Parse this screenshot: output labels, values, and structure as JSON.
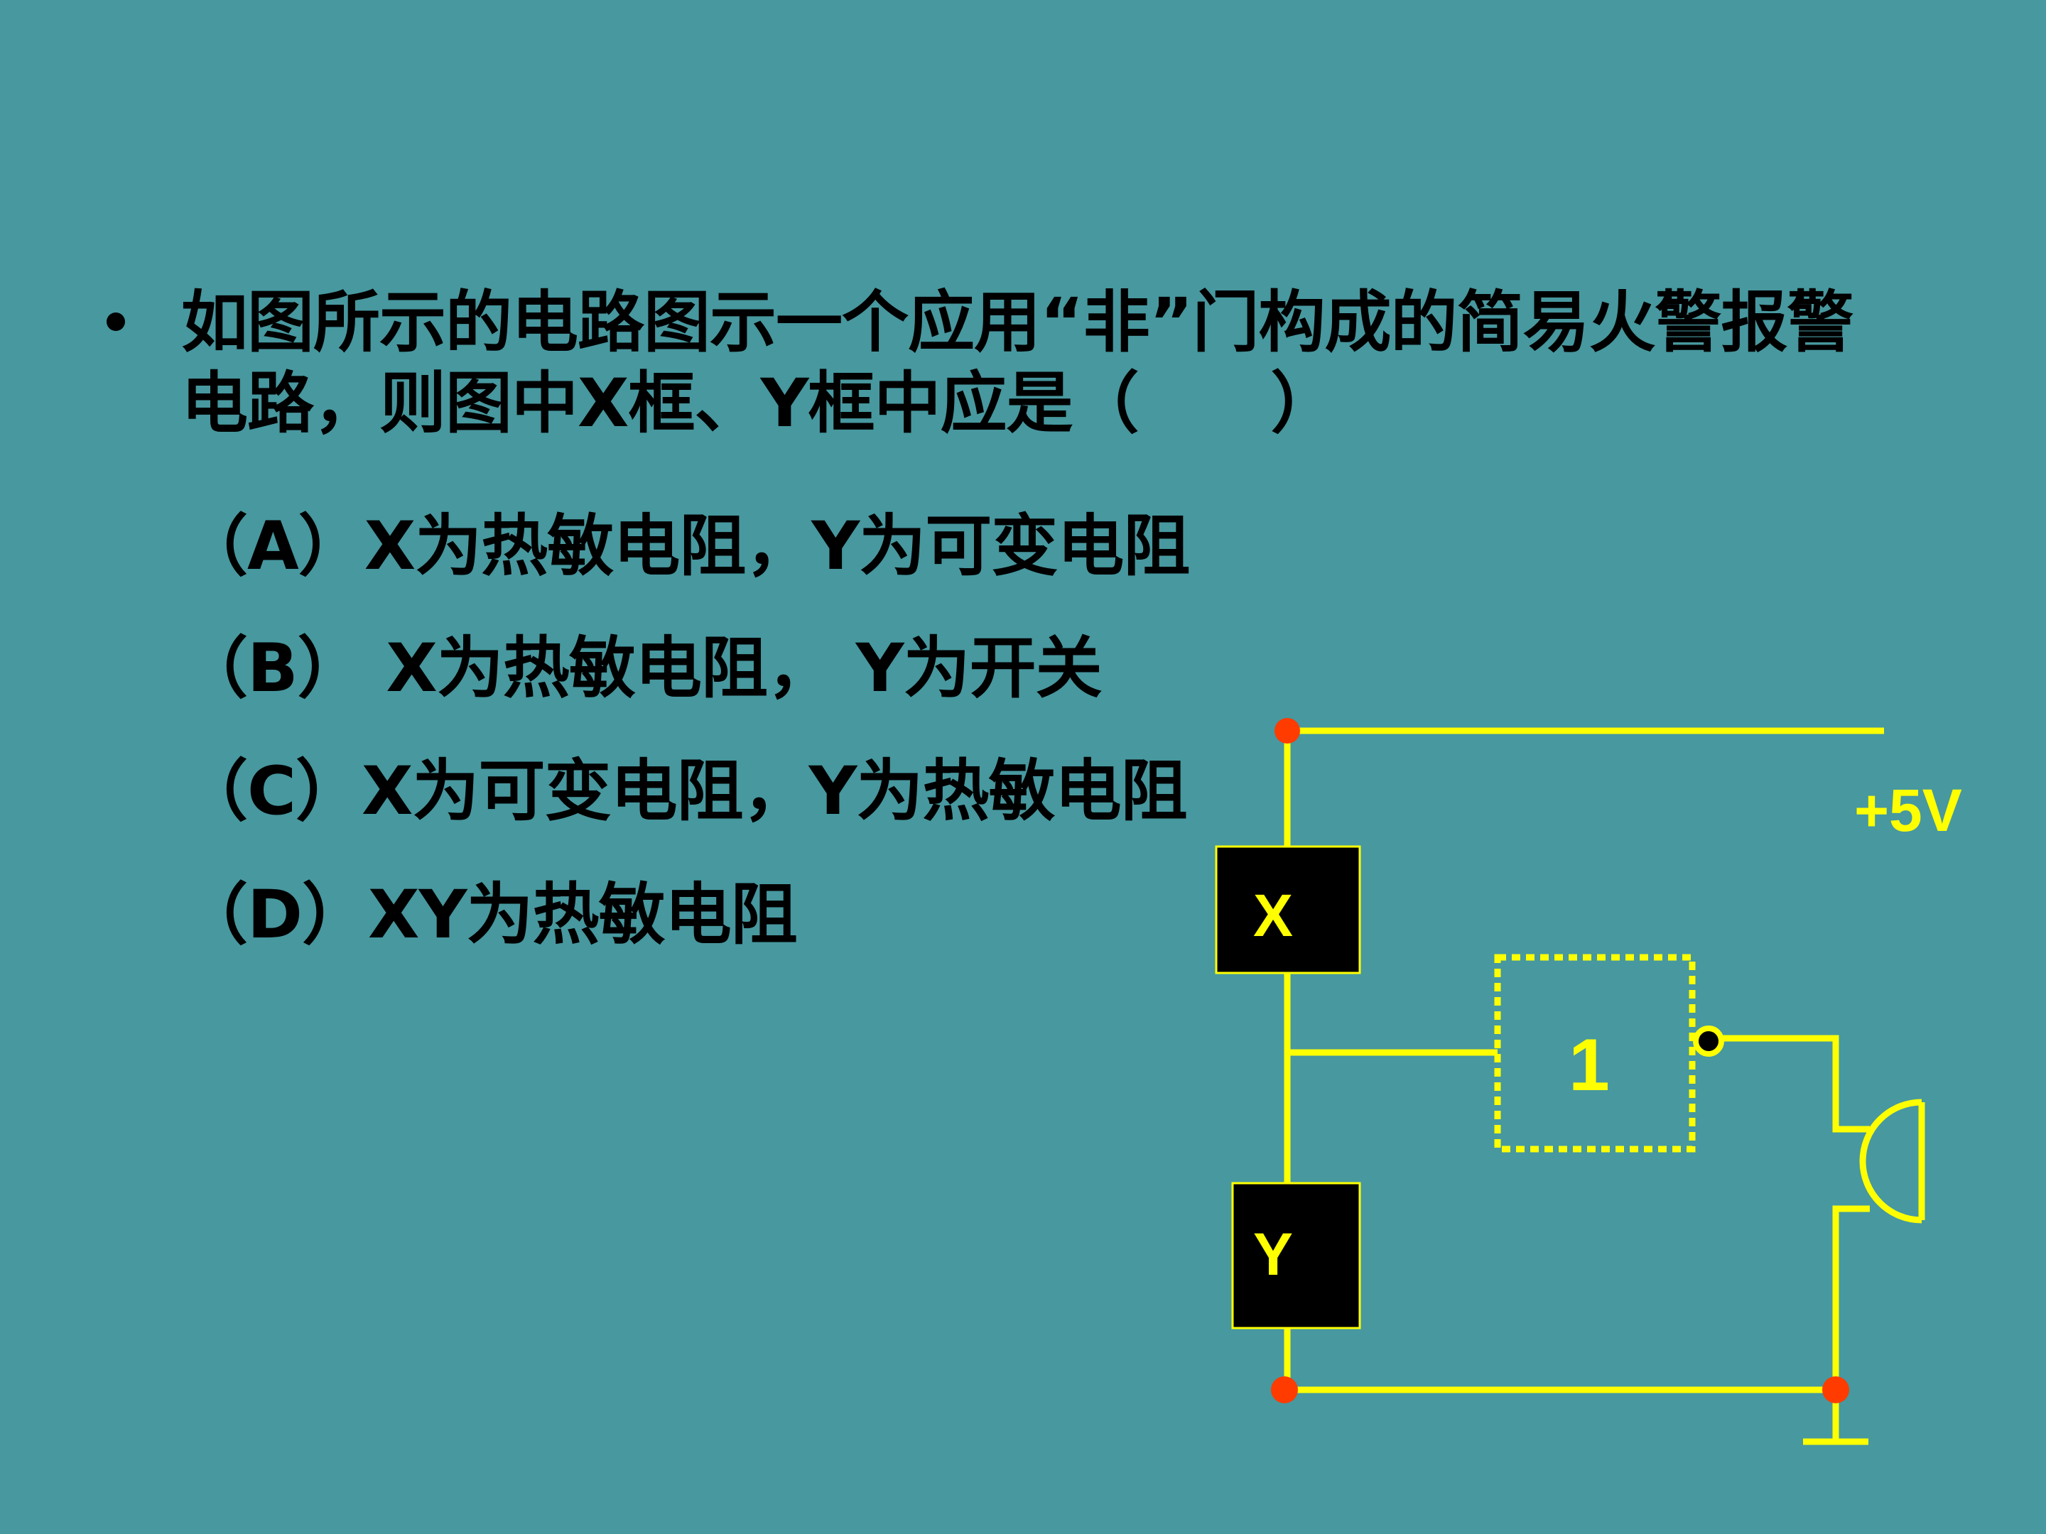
{
  "question": {
    "line1": "如图所示的电路图示一个应用“非”门构成的简易火警报警",
    "line2": "电路，则图中X框、Y框中应是（　　）"
  },
  "options": {
    "a": "（A）X为热敏电阻，Y为可变电阻",
    "b": "（B） X为热敏电阻， Y为开关",
    "c": "（C）X为可变电阻，Y为热敏电阻",
    "d": "（D）XY为热敏电阻"
  },
  "circuit": {
    "supply_label": "+5V",
    "box_x_label": "X",
    "box_y_label": "Y",
    "gate_label": "1"
  },
  "colors": {
    "background": "#47989f",
    "wire": "#ffff00",
    "node": "#ff3b00",
    "component": "#000000"
  }
}
